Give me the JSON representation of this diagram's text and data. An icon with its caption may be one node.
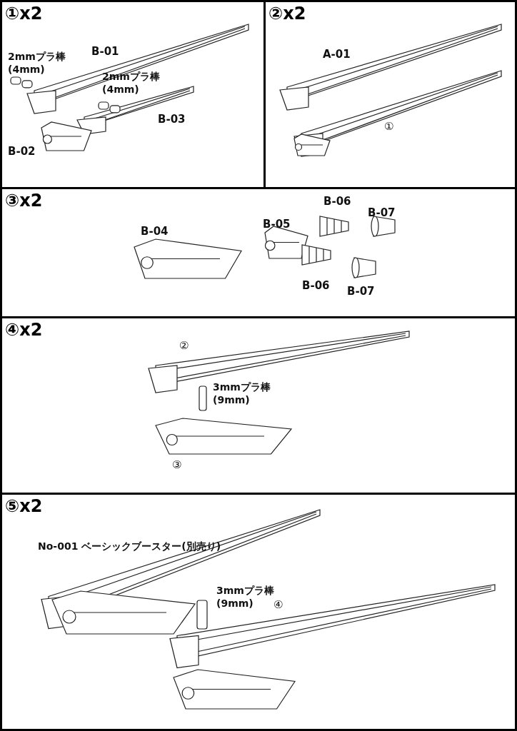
{
  "diagram": {
    "nodes": [
      {
        "text": [
          "①x2"
        ]
      },
      {
        "text": [
          "②x2"
        ]
      },
      {
        "text": [
          "③x2"
        ]
      },
      {
        "text": [
          "④x2"
        ]
      },
      {
        "text": [
          "⑤x2"
        ]
      }
    ],
    "labels": [
      "B-01",
      "2mmプラ棒 (4mm)",
      "2mmプラ棒 (4mm)",
      "B-03",
      "B-02",
      "A-01",
      "①",
      "B-04",
      "B-05",
      "B-06",
      "B-07",
      "B-06",
      "B-07",
      "②",
      "3mmプラ棒 (9mm)",
      "③",
      "No-001 ベーシックブースター(別売り)",
      "3mmプラ棒 (9mm)",
      "④"
    ]
  }
}
